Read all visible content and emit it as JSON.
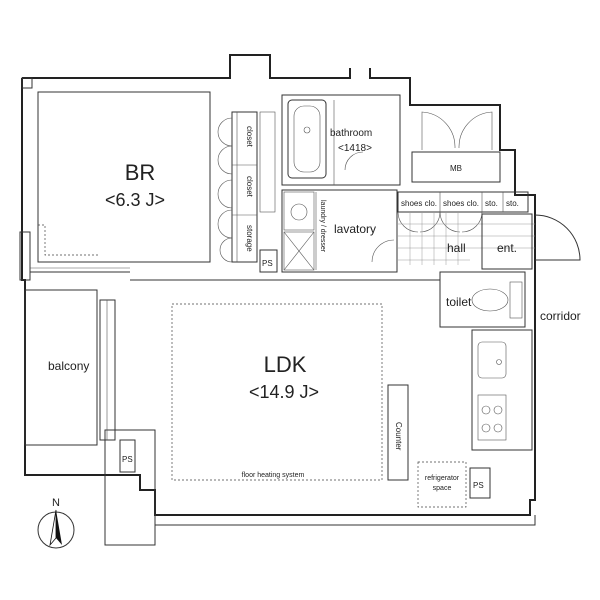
{
  "rooms": {
    "br": {
      "name": "BR",
      "size": "<6.3 J>"
    },
    "ldk": {
      "name": "LDK",
      "size": "<14.9 J>"
    },
    "floor_heating": "floor heating system",
    "bathroom": {
      "name": "bathroom",
      "size": "<1418>"
    },
    "lavatory": "lavatory",
    "laundry": "laundry / dresser",
    "hall": "hall",
    "entrance": "ent.",
    "toilet": "toilet",
    "corridor": "corridor",
    "balcony": "balcony",
    "mb": "MB",
    "counter": "Counter",
    "refrigerator": [
      "refrigerator",
      "space"
    ],
    "ps": "PS",
    "closet": "closet",
    "storage": "storage",
    "shoes_closet": "shoes clo.",
    "sto": "sto."
  },
  "compass": {
    "north": "N"
  }
}
